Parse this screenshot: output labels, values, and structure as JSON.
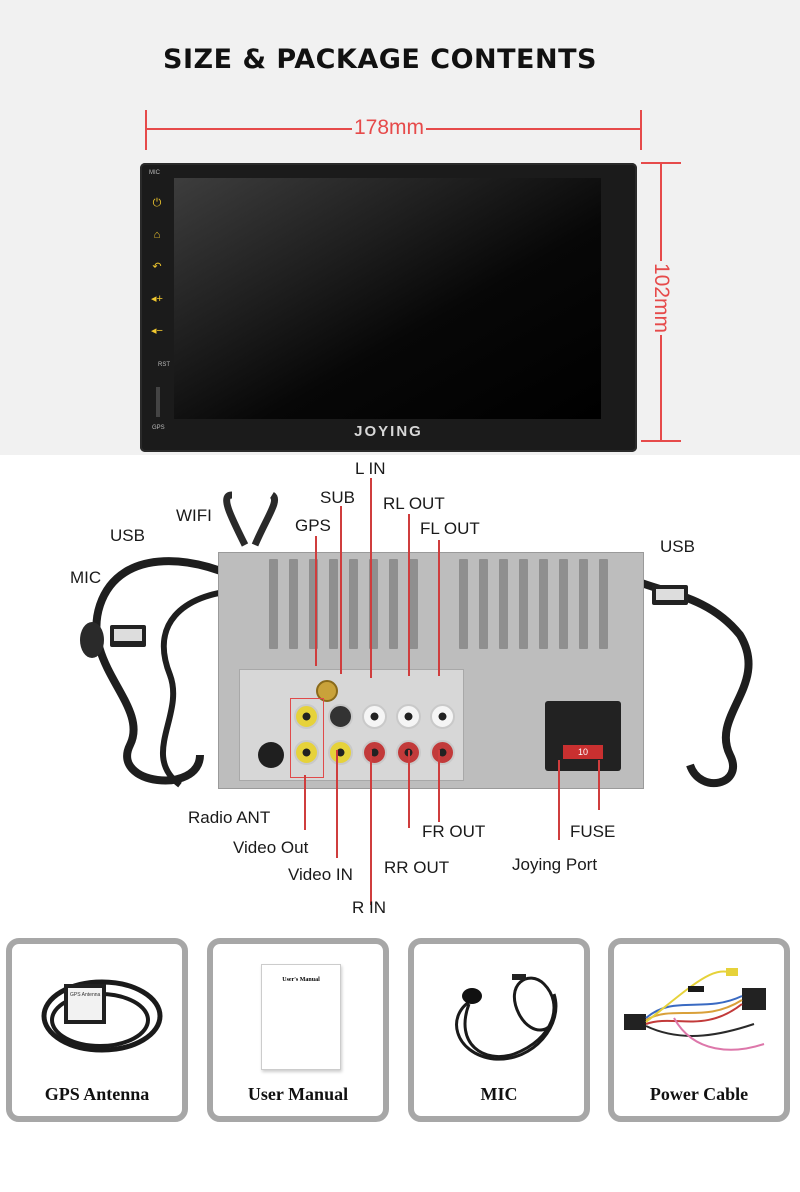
{
  "title": "SIZE & PACKAGE CONTENTS",
  "dimensions": {
    "width": "178mm",
    "height": "102mm"
  },
  "device": {
    "brand": "JOYING",
    "mic_mark": "MIC",
    "rst_mark": "RST",
    "gps_mark": "GPS",
    "button_icons": [
      "power-icon",
      "home-icon",
      "back-icon",
      "volume-up-icon",
      "volume-down-icon"
    ]
  },
  "ports": {
    "usb_left": "USB",
    "mic": "MIC",
    "wifi": "WIFI",
    "gps": "GPS",
    "sub": "SUB",
    "l_in": "L IN",
    "rl_out": "RL OUT",
    "fl_out": "FL OUT",
    "usb_right": "USB",
    "radio_ant": "Radio ANT",
    "video_out": "Video Out",
    "video_in": "Video IN",
    "r_in": "R IN",
    "rr_out": "RR OUT",
    "fr_out": "FR OUT",
    "fuse": "FUSE",
    "joying_port": "Joying Port",
    "fuse_value": "10"
  },
  "package": [
    {
      "caption": "GPS Antenna",
      "label_line1": "GPS Antenna"
    },
    {
      "caption": "User Manual",
      "manual_title": "User's Manual"
    },
    {
      "caption": "MIC"
    },
    {
      "caption": "Power Cable"
    }
  ],
  "colors": {
    "accent": "#e64a4a",
    "button_icon": "#f2c82e",
    "card_border": "#a7a7a7"
  }
}
